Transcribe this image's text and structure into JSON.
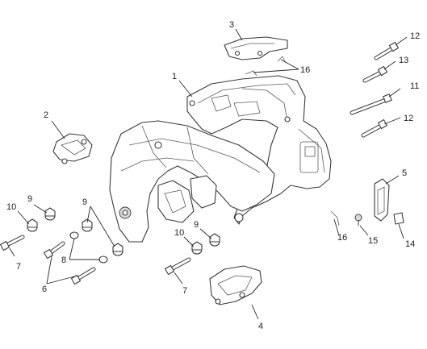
{
  "callouts": {
    "c1": "1",
    "c2": "2",
    "c3": "3",
    "c4": "4",
    "c5": "5",
    "c6": "6",
    "c7a": "7",
    "c7b": "7",
    "c8": "8",
    "c9a": "9",
    "c9b": "9",
    "c9c": "9",
    "c10a": "10",
    "c10b": "10",
    "c11": "11",
    "c12a": "12",
    "c12b": "12",
    "c13": "13",
    "c14": "14",
    "c15": "15",
    "c16a": "16",
    "c16b": "16"
  },
  "colors": {
    "line": "#3a3a3a",
    "background": "#ffffff",
    "text": "#222222"
  }
}
